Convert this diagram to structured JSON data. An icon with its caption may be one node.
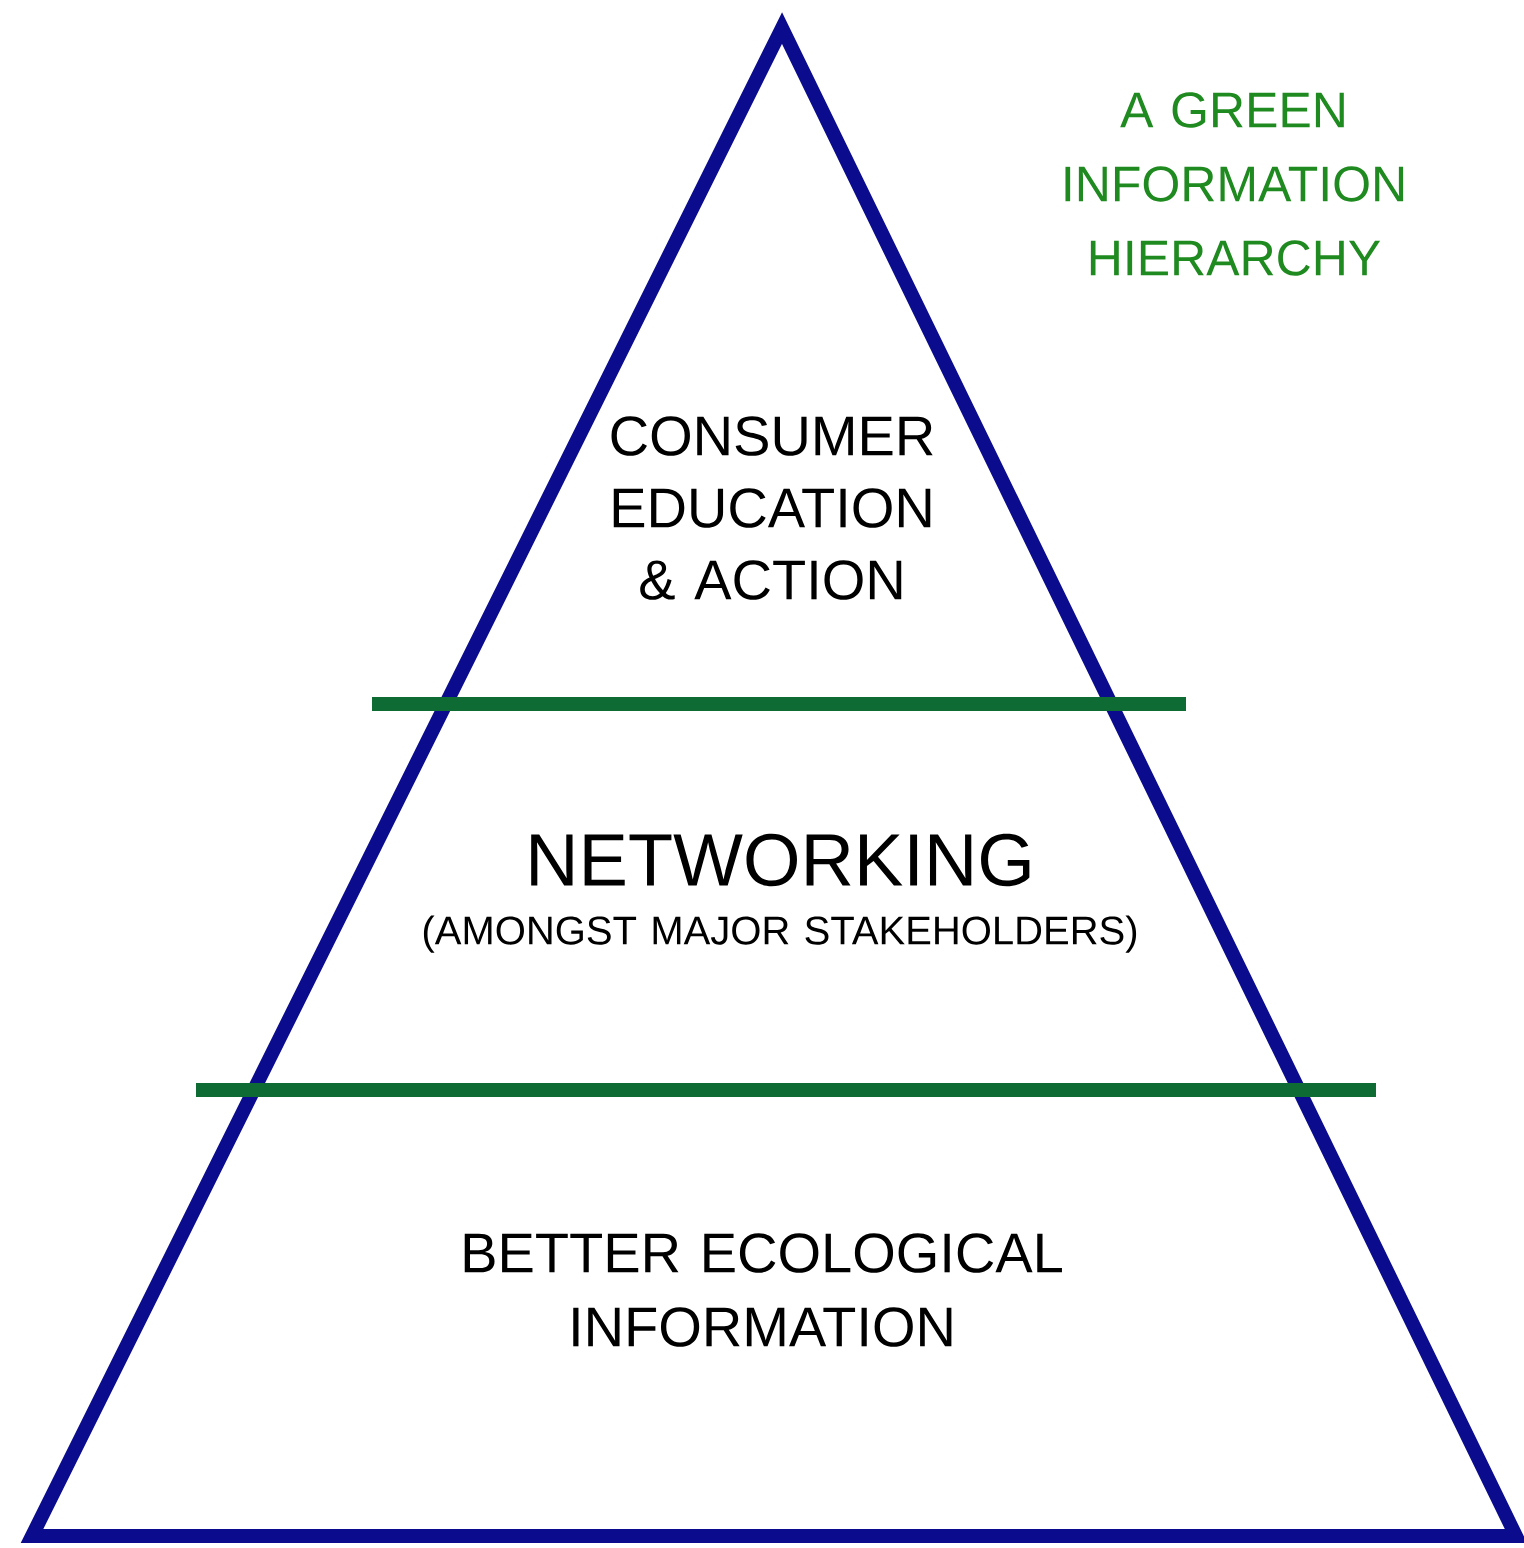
{
  "diagram": {
    "title": "A GREEN INFORMATION HIERARCHY",
    "nodes": [
      {
        "text": [
          "CONSUMER EDUCATION & ACTION"
        ]
      },
      {
        "text": [
          "NETWORKING",
          "(AMONGST MAJOR STAKEHOLDERS)"
        ]
      },
      {
        "text": [
          "BETTER ECOLOGICAL INFORMATION"
        ]
      }
    ]
  }
}
